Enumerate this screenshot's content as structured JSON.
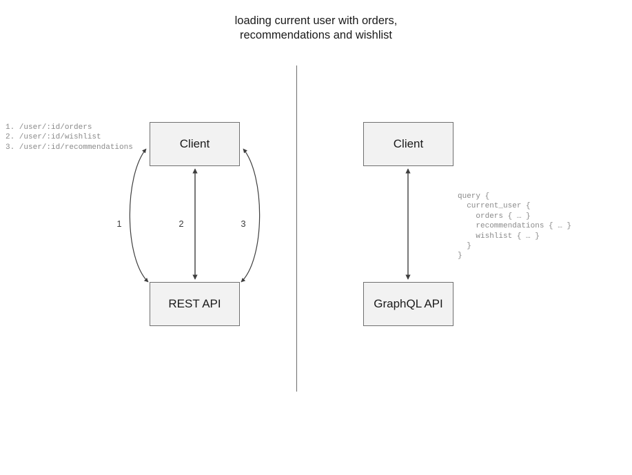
{
  "title": "loading current user with orders,\nrecommendations and wishlist",
  "divider": {
    "name": "vertical-divider"
  },
  "rest_side": {
    "client_label": "Client",
    "api_label": "REST API",
    "endpoints": "1. /user/:id/orders\n2. /user/:id/wishlist\n3. /user/:id/recommendations",
    "edge_labels": [
      "1",
      "2",
      "3"
    ]
  },
  "graphql_side": {
    "client_label": "Client",
    "api_label": "GraphQL API",
    "query": "query {\n  current_user {\n    orders { … }\n    recommendations { … }\n    wishlist { … }\n  }\n}"
  },
  "colors": {
    "box_fill": "#f2f2f2",
    "box_border": "#6e6e6e",
    "edge_stroke": "#3d3d3d",
    "divider": "#6b6b6b",
    "mono_text": "#8a8a8a",
    "title_text": "#1a1a1a"
  }
}
